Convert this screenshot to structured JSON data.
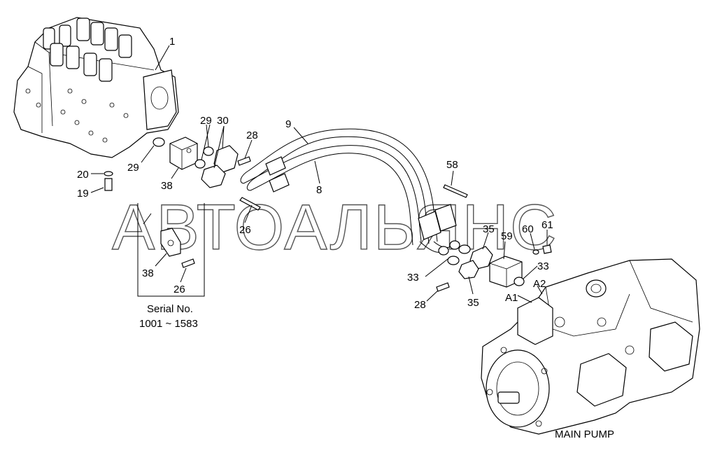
{
  "watermark": "АВТОАЛЬЯНС",
  "labels": {
    "c1": "1",
    "c9": "9",
    "c8": "8",
    "c28a": "28",
    "c29a": "29",
    "c30": "30",
    "c29b": "29",
    "c38a": "38",
    "c20": "20",
    "c19": "19",
    "c26a": "26",
    "c38b": "38",
    "c26b": "26",
    "c58": "58",
    "c35a": "35",
    "c59": "59",
    "c60": "60",
    "c61": "61",
    "c33a": "33",
    "c33b": "33",
    "c28b": "28",
    "c35b": "35",
    "a1": "A1",
    "a2": "A2"
  },
  "serial": {
    "line1": "Serial No.",
    "line2": "1001 ~ 1583"
  },
  "main_pump_label": "MAIN PUMP"
}
